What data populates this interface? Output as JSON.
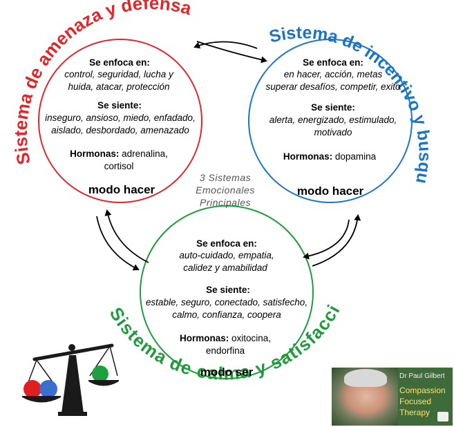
{
  "center_label": [
    "3 Sistemas",
    "Emocionales",
    "Principales"
  ],
  "systems": {
    "threat": {
      "title": "Sistema de amenaza y defensa",
      "color": "#e0262b",
      "focus_heading": "Se enfoca en:",
      "focus_lines": [
        "control, seguridad, lucha y",
        "huida, atacar, protección"
      ],
      "feels_heading": "Se siente:",
      "feels_lines": [
        "inseguro, ansioso, miedo, enfadado,",
        "aislado, desbordado, amenazado"
      ],
      "hormones_heading": "Hormonas:",
      "hormones_lines": [
        " adrenalina,",
        "cortisol"
      ],
      "mode": "modo hacer"
    },
    "drive": {
      "title": "Sistema de incentivo y busqueda",
      "color": "#1b74c4",
      "focus_heading": "Se enfoca en:",
      "focus_lines": [
        "en hacer, acción, metas",
        "superar desafíos, competir, exito"
      ],
      "feels_heading": "Se siente:",
      "feels_lines": [
        "alerta, energizado, estimulado,",
        "motivado"
      ],
      "hormones_heading": "Hormonas:",
      "hormones_lines": [
        " dopamina"
      ],
      "mode": "modo hacer"
    },
    "soothe": {
      "title": "Sistema de calma y satisfacción",
      "color": "#1f9a3c",
      "focus_heading": "Se enfoca en:",
      "focus_lines": [
        "auto-cuidado, empatia,",
        "calidez y amabilidad"
      ],
      "feels_heading": "Se siente:",
      "feels_lines": [
        "estable, seguro, conectado, satisfecho,",
        "calmo, confianza, coopera"
      ],
      "hormones_heading": "Hormonas:",
      "hormones_lines": [
        " oxitocina,",
        "endorfina"
      ],
      "mode": "modo ser"
    }
  },
  "balance_scale": {
    "ball_colors": [
      "#e02020",
      "#3a6fd0",
      "#1fa040"
    ]
  },
  "photo_card": {
    "author": "Dr Paul Gilbert",
    "title_lines": [
      "Compassion",
      "Focused",
      "Therapy"
    ]
  }
}
